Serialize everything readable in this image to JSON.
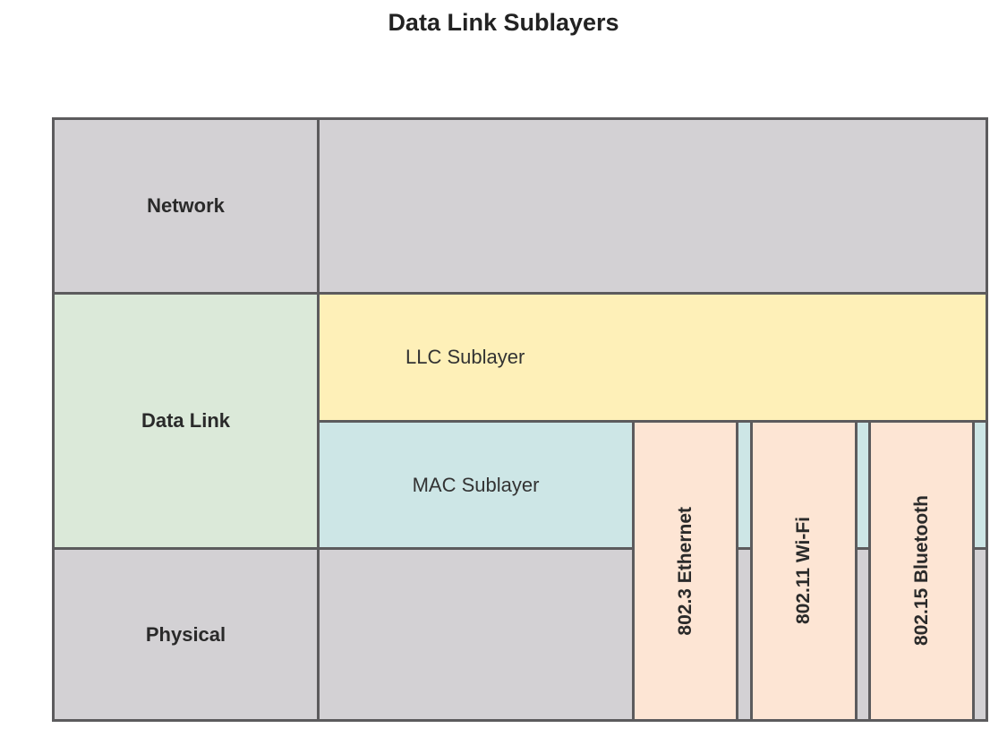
{
  "title": "Data Link Sublayers",
  "layers": {
    "network": "Network",
    "data_link": "Data Link",
    "physical": "Physical"
  },
  "sublayers": {
    "llc": "LLC Sublayer",
    "mac": "MAC Sublayer"
  },
  "standards": [
    "802.3 Ethernet",
    "802.11 Wi-Fi",
    "802.15 Bluetooth"
  ],
  "colors": {
    "layer_gray": "#d3d1d4",
    "data_link_green": "#dbe9d9",
    "llc_yellow": "#fef0b8",
    "mac_cyan": "#cde6e6",
    "standard_peach": "#fde5d4",
    "border": "#5c5b5d"
  }
}
